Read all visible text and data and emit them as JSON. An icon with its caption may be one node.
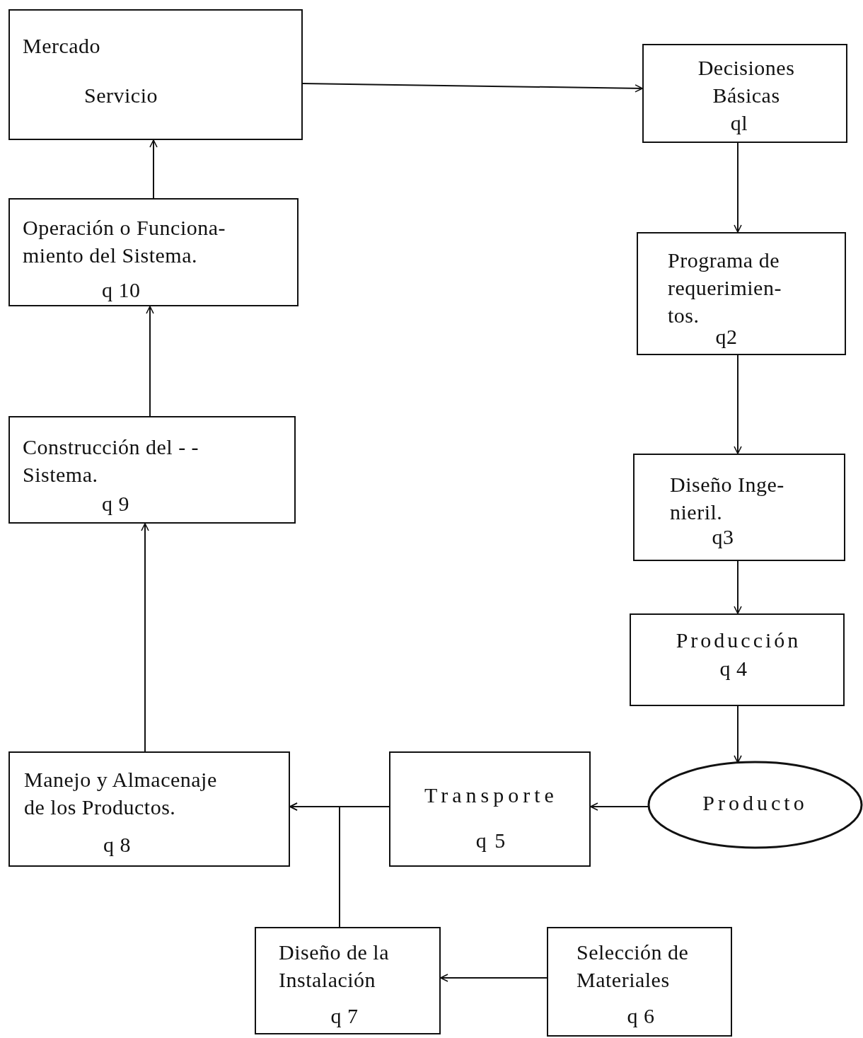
{
  "diagram": {
    "nodes": [
      {
        "text": [
          "Mercado",
          "Servicio"
        ]
      },
      {
        "text": [
          "Decisiones Básicas",
          "ql"
        ]
      },
      {
        "text": [
          "Operación o Funciona- miento del Sistema.",
          "q 10"
        ]
      },
      {
        "text": [
          "Programa de requerimien- tos.",
          "q2"
        ]
      },
      {
        "text": [
          "Construcción del - - Sistema.",
          "q 9"
        ]
      },
      {
        "text": [
          "Diseño Inge- nieril.",
          "q3"
        ]
      },
      {
        "text": [
          "Producción",
          "q 4"
        ]
      },
      {
        "text": [
          "Manejo y Almacenaje de los Productos.",
          "q 8"
        ]
      },
      {
        "text": [
          "Transporte",
          "q 5"
        ]
      },
      {
        "text": [
          "Producto"
        ]
      },
      {
        "text": [
          "Diseño de la Instalación",
          "q 7"
        ]
      },
      {
        "text": [
          "Selección de Materiales",
          "q 6"
        ]
      }
    ],
    "edges": [
      {
        "from": 0,
        "to": 1,
        "arrow": "to"
      },
      {
        "from": 1,
        "to": 3,
        "arrow": "to"
      },
      {
        "from": 3,
        "to": 5,
        "arrow": "to"
      },
      {
        "from": 5,
        "to": 6,
        "arrow": "to"
      },
      {
        "from": 6,
        "to": 9,
        "arrow": "to"
      },
      {
        "from": 9,
        "to": 8,
        "arrow": "to"
      },
      {
        "from": 8,
        "to": 7,
        "arrow": "to"
      },
      {
        "from": 10,
        "to": 7,
        "arrow": "to"
      },
      {
        "from": 11,
        "to": 10,
        "arrow": "to"
      },
      {
        "from": 7,
        "to": 4,
        "arrow": "to"
      },
      {
        "from": 4,
        "to": 2,
        "arrow": "to"
      },
      {
        "from": 2,
        "to": 0,
        "arrow": "to"
      }
    ]
  }
}
